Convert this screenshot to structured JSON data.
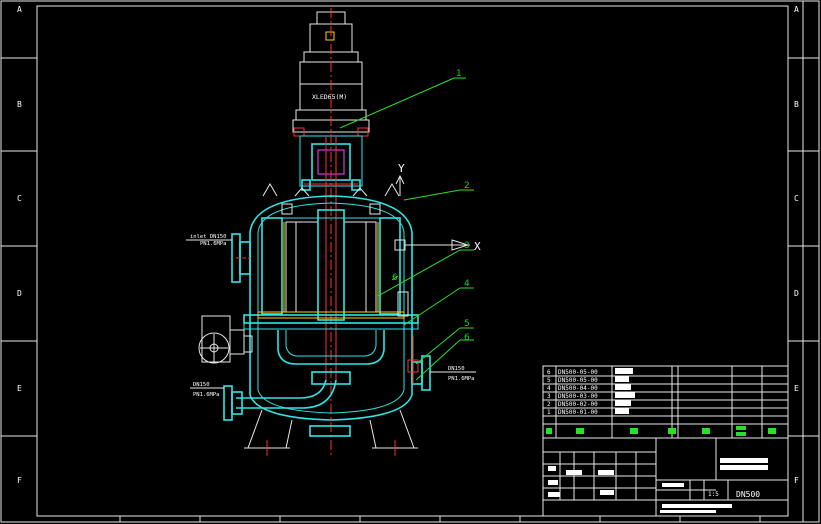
{
  "frame": {
    "zone_rows": [
      "A",
      "B",
      "C",
      "D",
      "E",
      "F"
    ]
  },
  "callouts": [
    "1",
    "2",
    "3",
    "4",
    "5",
    "6"
  ],
  "motor_label": "XLED65(M)",
  "axes": {
    "x_label": "X",
    "y_label": "Y"
  },
  "nozzles": {
    "inlet_top": {
      "line1": "inlet DN150",
      "line2": "PN1.6MPa"
    },
    "inlet_lower": {
      "line1": "DN150",
      "line2": "PN1.6MPa"
    },
    "outlet_right": {
      "line1": "DN150",
      "line2": "PN1.6MPa"
    }
  },
  "parts_list": {
    "rows": [
      {
        "no": "6",
        "code": "DN500-05-00"
      },
      {
        "no": "5",
        "code": "DN500-05-00"
      },
      {
        "no": "4",
        "code": "DN500-04-00"
      },
      {
        "no": "3",
        "code": "DN500-03-00"
      },
      {
        "no": "2",
        "code": "DN500-02-00"
      },
      {
        "no": "1",
        "code": "DN500-01-00"
      }
    ]
  },
  "title_block": {
    "scale": "1:5",
    "drawing_no": "DN500"
  },
  "colors": {
    "background": "#000000",
    "vessel": "#2ee6e6",
    "leader": "#27e027",
    "frame": "#ffffff",
    "centerline": "#ff3030"
  }
}
